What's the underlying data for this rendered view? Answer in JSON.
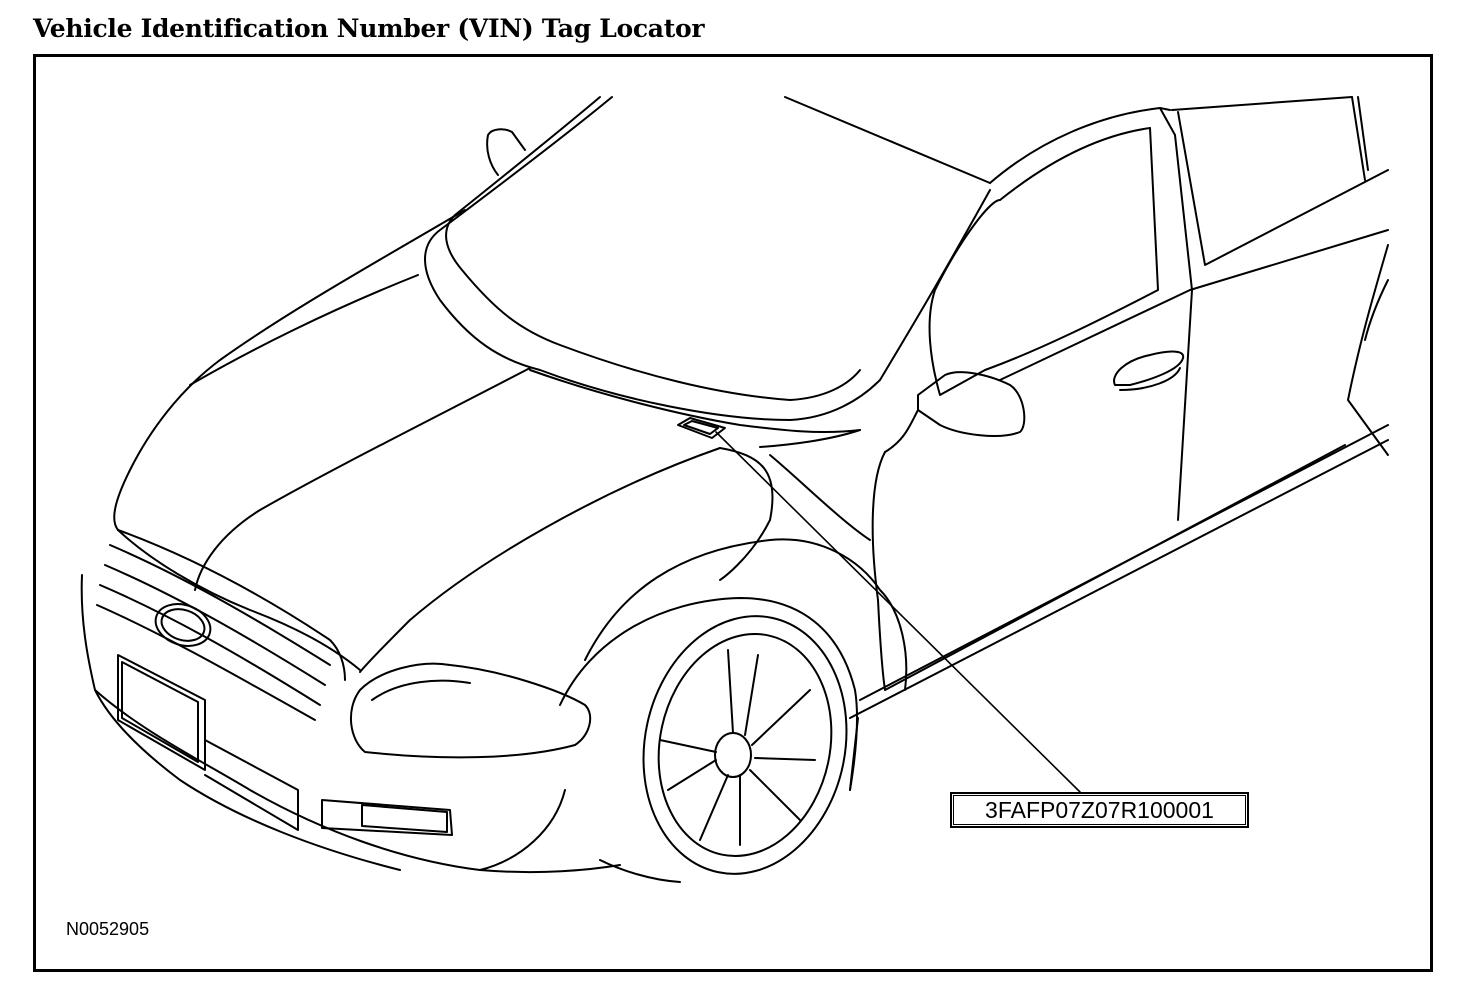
{
  "title": "Vehicle Identification Number (VIN) Tag Locator",
  "vin_label": "3FAFP07Z07R100001",
  "figure_code": "N0052905",
  "colors": {
    "line": "#000000",
    "background": "#ffffff"
  }
}
